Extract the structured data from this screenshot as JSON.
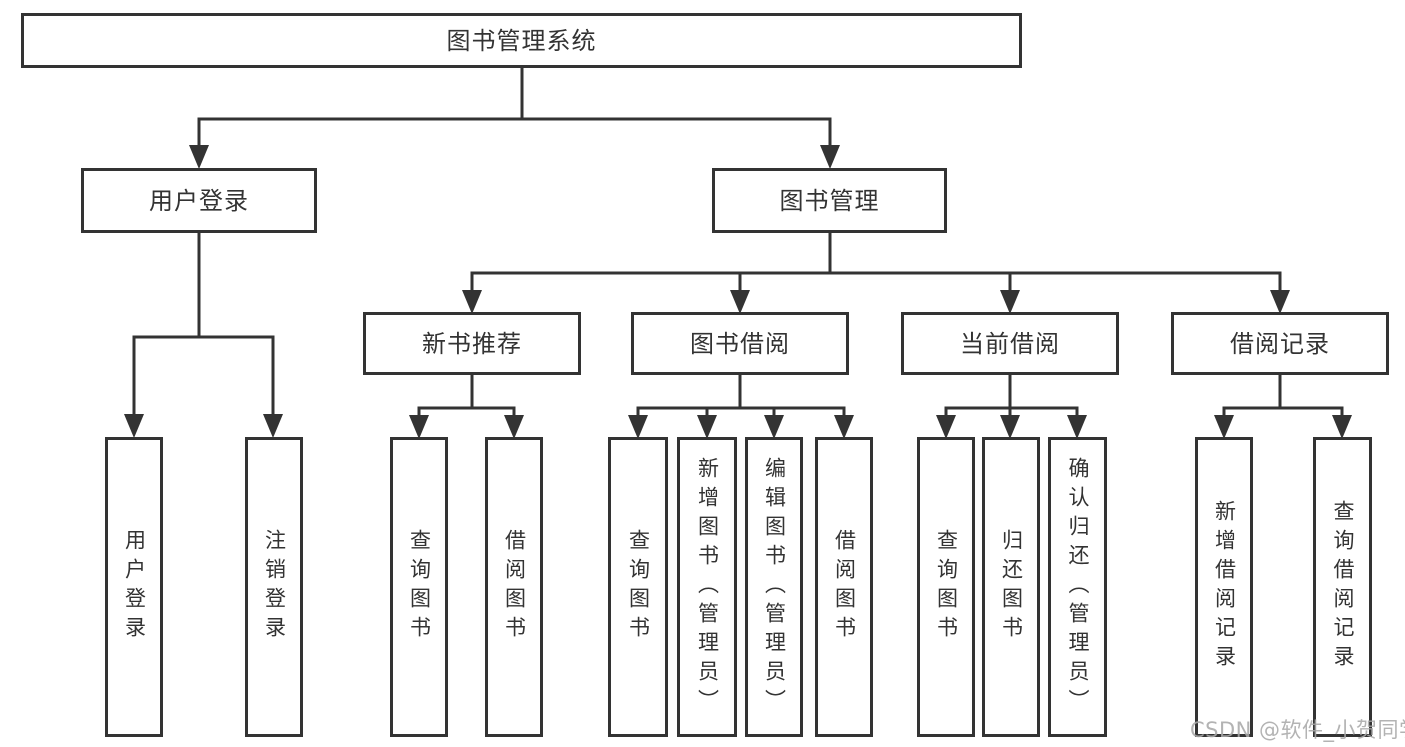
{
  "tree": {
    "label": "图书管理系统",
    "children": [
      {
        "label": "用户登录",
        "children": [
          {
            "label": "用户登录"
          },
          {
            "label": "注销登录"
          }
        ]
      },
      {
        "label": "图书管理",
        "children": [
          {
            "label": "新书推荐",
            "children": [
              {
                "label": "查询图书"
              },
              {
                "label": "借阅图书"
              }
            ]
          },
          {
            "label": "图书借阅",
            "children": [
              {
                "label": "查询图书"
              },
              {
                "label": "新增图书（管理员）"
              },
              {
                "label": "编辑图书（管理员）"
              },
              {
                "label": "借阅图书"
              }
            ]
          },
          {
            "label": "当前借阅",
            "children": [
              {
                "label": "查询图书"
              },
              {
                "label": "归还图书"
              },
              {
                "label": "确认归还（管理员）"
              }
            ]
          },
          {
            "label": "借阅记录",
            "children": [
              {
                "label": "新增借阅记录"
              },
              {
                "label": "查询借阅记录"
              }
            ]
          }
        ]
      }
    ]
  },
  "watermark": "CSDN @软件_小贺同学",
  "colors": {
    "line": "#333333",
    "box_border": "#333333",
    "text": "#333333",
    "watermark": "#a9a9a9",
    "background": "#ffffff"
  }
}
